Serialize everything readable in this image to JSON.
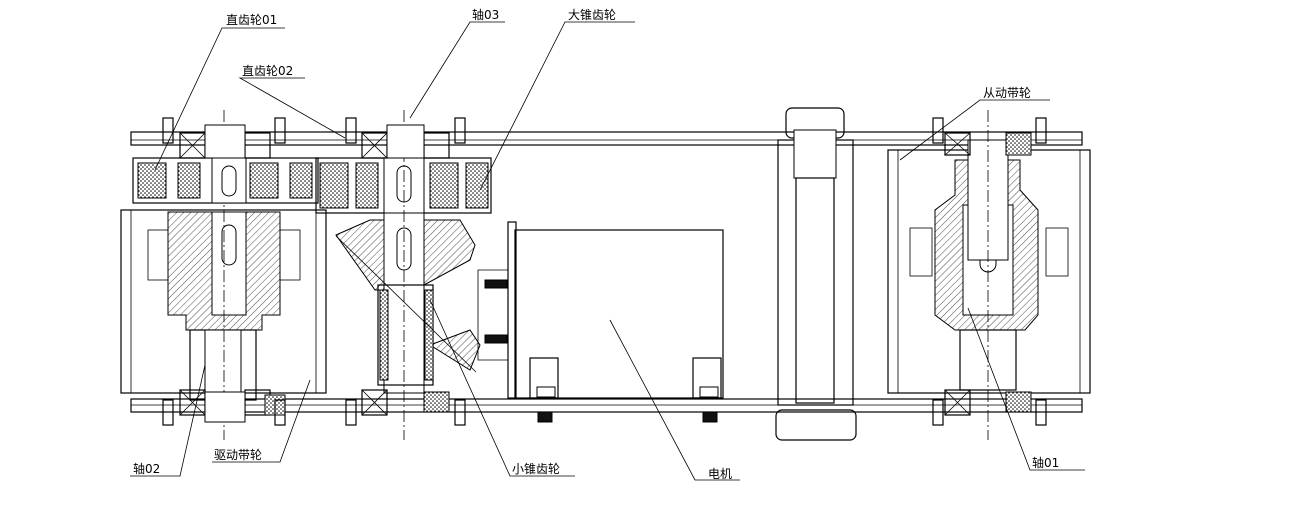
{
  "labels": {
    "spur_gear_01": "直齿轮01",
    "spur_gear_02": "直齿轮02",
    "shaft_03": "轴03",
    "large_bevel_gear": "大锥齿轮",
    "driven_pulley": "从动带轮",
    "shaft_02": "轴02",
    "drive_pulley": "驱动带轮",
    "small_bevel_gear": "小锥齿轮",
    "motor": "电机",
    "shaft_01": "轴01"
  }
}
